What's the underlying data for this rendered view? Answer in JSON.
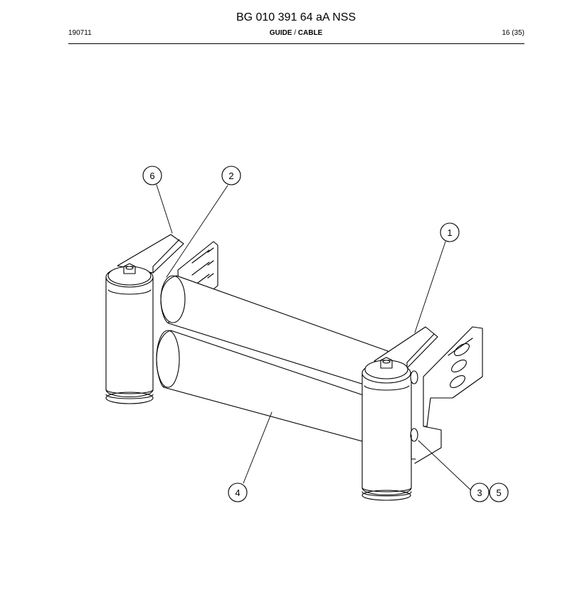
{
  "header": {
    "doc_number": "BG 010 391 64 aA NSS",
    "date_code": "190711",
    "section_part1": "GUIDE",
    "section_sep": " / ",
    "section_part2": "CABLE",
    "page": "16 (35)"
  },
  "callouts": [
    {
      "id": "callout-6",
      "label": "6"
    },
    {
      "id": "callout-2",
      "label": "2"
    },
    {
      "id": "callout-1",
      "label": "1"
    },
    {
      "id": "callout-4",
      "label": "4"
    },
    {
      "id": "callout-3",
      "label": "3"
    },
    {
      "id": "callout-5",
      "label": "5"
    }
  ]
}
